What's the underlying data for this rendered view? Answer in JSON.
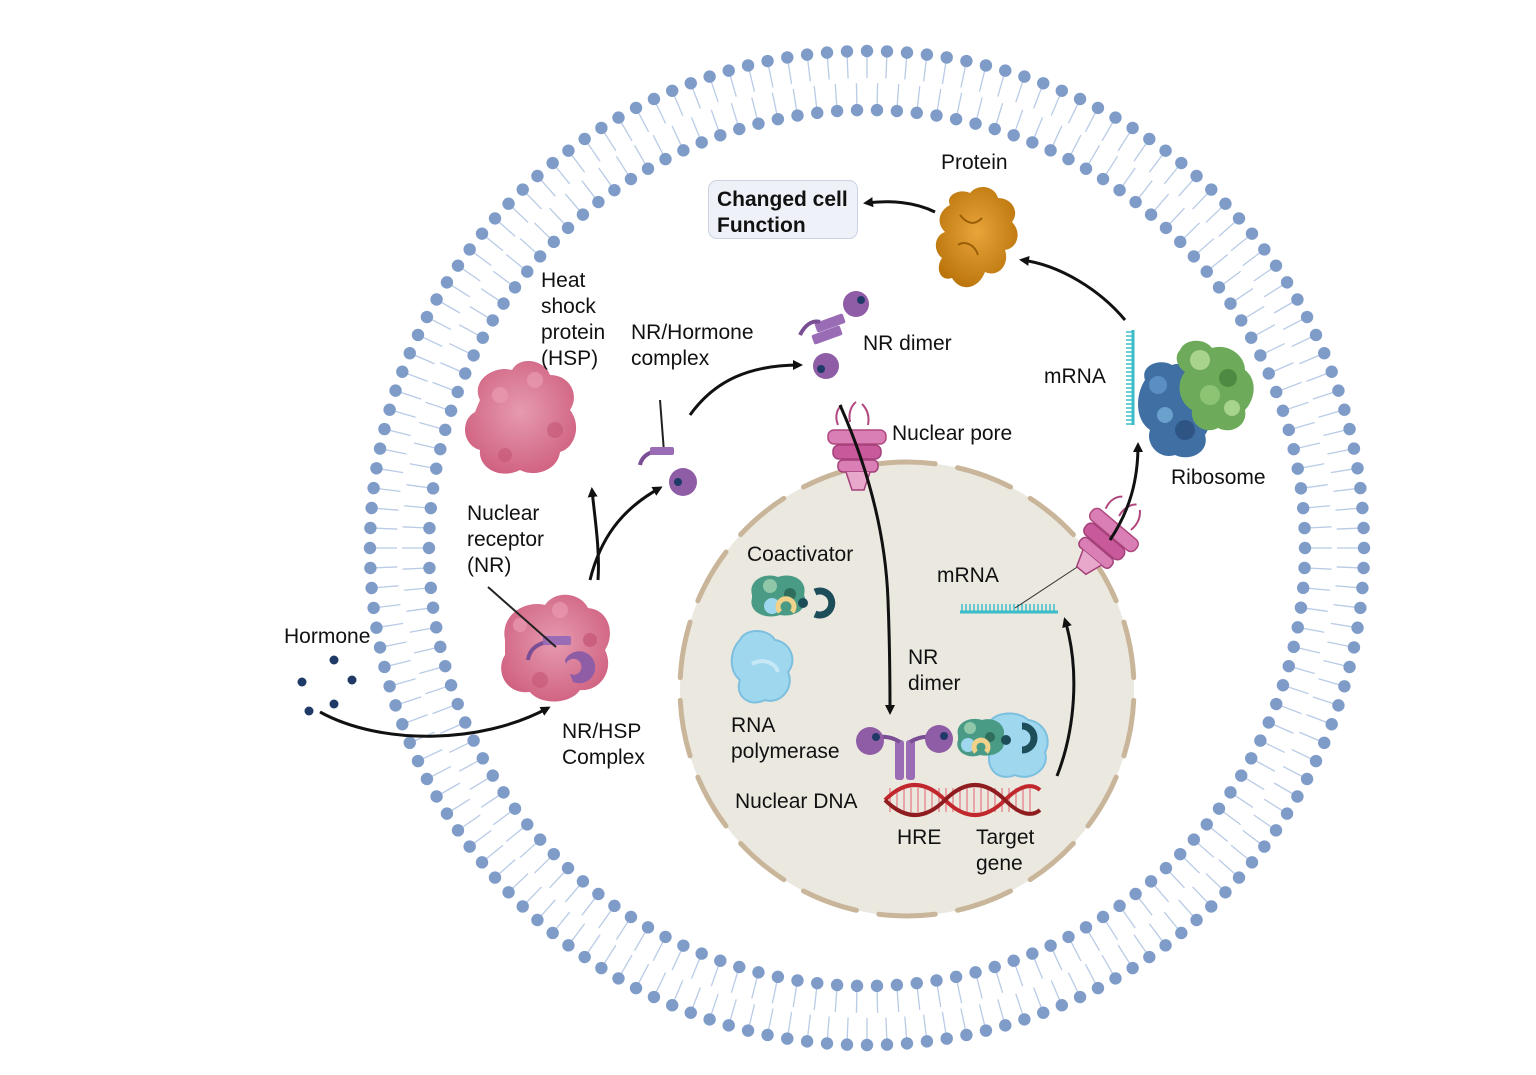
{
  "labels": {
    "hormone": "Hormone",
    "hsp": "Heat\nshock\nprotein\n(HSP)",
    "nr": "Nuclear\nreceptor\n(NR)",
    "nr_hsp_complex": "NR/HSP\nComplex",
    "nr_hormone_complex": "NR/Hormone\ncomplex",
    "nr_dimer_top": "NR dimer",
    "nuclear_pore": "Nuclear pore",
    "coactivator": "Coactivator",
    "rna_polymerase": "RNA\npolymerase",
    "nr_dimer_inner": "NR\ndimer",
    "nuclear_dna": "Nuclear DNA",
    "hre": "HRE",
    "target_gene": "Target\ngene",
    "mrna_inner": "mRNA",
    "mrna_outer": "mRNA",
    "ribosome": "Ribosome",
    "protein": "Protein",
    "changed_function": "Changed cell\nFunction"
  },
  "colors": {
    "membrane_head": "#7f9cc9",
    "membrane_tail": "#b9cbe6",
    "nucleus_fill": "#ebe8e0",
    "nucleus_border": "#c9b69a",
    "receptor": "#8e5da6",
    "hsp": "#d9728f",
    "pore": "#c85a9c",
    "dna": "#c0282d",
    "mrna": "#3bbdc9",
    "protein": "#d98c13",
    "ribosome_green": "#6dab5a",
    "ribosome_blue": "#3f6fa3",
    "coactivator": "#4a9b86",
    "polymerase": "#9fd7ef",
    "hormone_dot": "#1f3a66"
  }
}
